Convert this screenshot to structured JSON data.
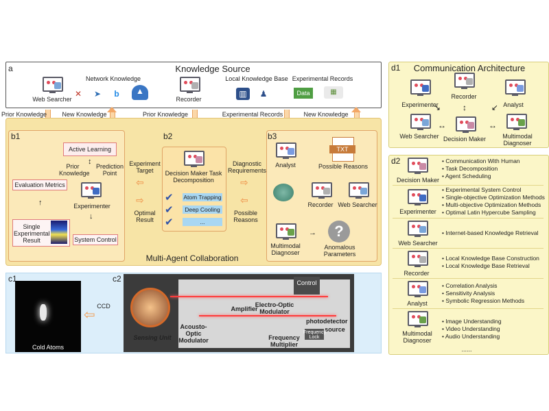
{
  "panels": {
    "a": "a",
    "b1": "b1",
    "b2": "b2",
    "b3": "b3",
    "c1": "c1",
    "c2": "c2",
    "d1": "d1",
    "d2": "d2"
  },
  "knowledge_source": {
    "title": "Knowledge Source",
    "web_searcher": "Web Searcher",
    "network_knowledge": "Network Knowledge",
    "recorder": "Recorder",
    "local_kb": "Local Knowledge Base",
    "experimental_records": "Experimental Records",
    "data_chip": "Data"
  },
  "flows": {
    "prior_knowledge_left": "Prior Knowledge",
    "new_knowledge_left": "New Knowledge",
    "prior_knowledge_mid": "Prior Knowledge",
    "experimental_records": "Experimental Records",
    "new_knowledge_right": "New Knowledge"
  },
  "b1": {
    "active_learning": "Active Learning",
    "prior_knowledge": "Prior Knowledge",
    "prediction_point": "Prediction Point",
    "evaluation_metrics": "Evaluation Metrics",
    "experimenter": "Experimenter",
    "single_result": "Single Experimental Result",
    "system_control": "System Control"
  },
  "b2": {
    "title": "Decision Maker Task Decomposition",
    "tasks": [
      "Atom Trapping",
      "Deep Cooling",
      "..."
    ],
    "experiment_target": "Experiment Target",
    "optimal_result": "Optimal Result",
    "diagnostic_requirements": "Diagnostic Requirements",
    "possible_reasons_left": "Possible Reasons"
  },
  "b3": {
    "analyst": "Analyst",
    "txt": "TXT",
    "possible_reasons": "Possible Reasons",
    "recorder": "Recorder",
    "web_searcher": "Web Searcher",
    "multimodal_diagnoser": "Multimodal Diagnoser",
    "anomalous_parameters": "Anomalous Parameters",
    "question": "?"
  },
  "collaboration_title": "Multi-Agent Collaboration",
  "c": {
    "cold_atoms": "Cold Atoms",
    "ccd": "CCD",
    "sensing_unit": "Sensing Unit",
    "aom": "Acousto-Optic Modulator",
    "amplifier": "Amplifier",
    "eom": "Electro-Optic Modulator",
    "photodetector": "photodetector",
    "source": "source",
    "frequency_lock": "Frequency Lock",
    "frequency_multiplier": "Frequency Multiplier",
    "control": "Control"
  },
  "d1": {
    "title": "Communication Architecture",
    "experimenter": "Experimenter",
    "recorder": "Recorder",
    "analyst": "Analyst",
    "web_searcher": "Web Searcher",
    "decision_maker": "Decision Maker",
    "multimodal_diagnoser": "Multimodal Diagnoser"
  },
  "d2": {
    "rows": [
      {
        "agent": "Decision Maker",
        "items": [
          "Communication With Human",
          "Task Decomposition",
          "Agent Scheduling"
        ]
      },
      {
        "agent": "Experimenter",
        "items": [
          "Experimental System Control",
          "Single-objective Optimization Methods",
          "Multi-objective Optimization Methods",
          "Optimal Latin Hypercube Sampling"
        ]
      },
      {
        "agent": "Web Searcher",
        "items": [
          "Internet-based Knowledge Retrieval"
        ]
      },
      {
        "agent": "Recorder",
        "items": [
          "Local Knowledge Base Construction",
          "Local Knowledge Base Retrieval"
        ]
      },
      {
        "agent": "Analyst",
        "items": [
          "Correlation Analysis",
          "Sensitivity Analysis",
          "Symbolic Regression Methods"
        ]
      },
      {
        "agent": "Multimodal Diagnoser",
        "items": [
          "Image Understanding",
          "Video Understanding",
          "Audio Understanding"
        ]
      }
    ],
    "more": "......"
  },
  "colors": {
    "accent_orange": "#f3a766",
    "panel_yellow": "#f7e4a6",
    "panel_blue": "#dceefa",
    "d_panel": "#fbf6c8",
    "task_blue": "#a9d7f2",
    "check_blue": "#2f52a8",
    "robot_eye": "#e04b5a"
  }
}
